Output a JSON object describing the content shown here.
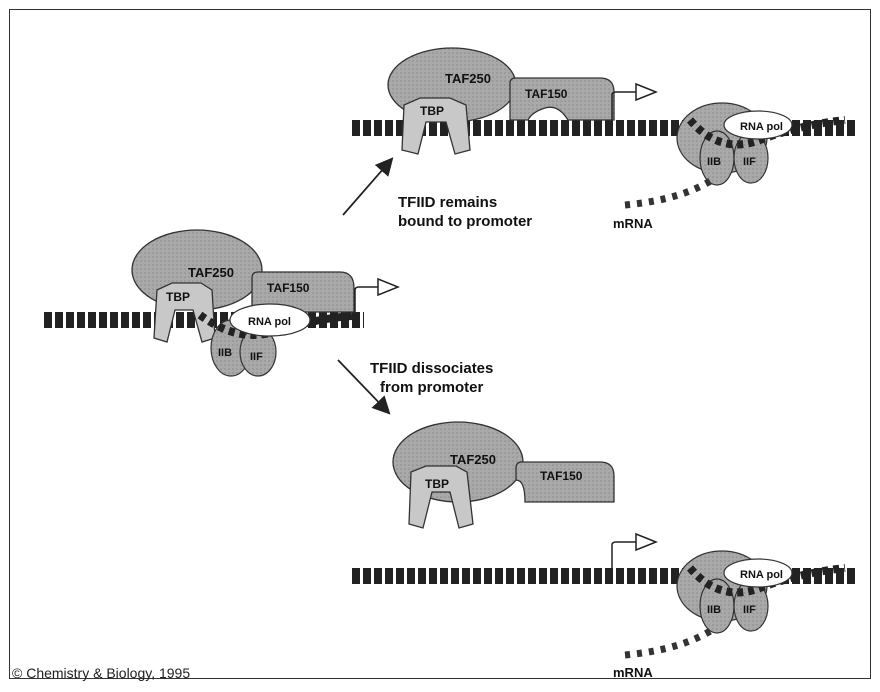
{
  "labels": {
    "taf250": "TAF250",
    "taf150": "TAF150",
    "tbp": "TBP",
    "rna_pol": "RNA pol",
    "iib": "IIB",
    "iif": "IIF",
    "mrna": "mRNA"
  },
  "captions": {
    "remains_line1": "TFIID remains",
    "remains_line2": "bound to promoter",
    "dissociates_line1": "TFIID dissociates",
    "dissociates_line2": "from promoter"
  },
  "copyright": "© Chemistry & Biology, 1995",
  "colors": {
    "protein_fill": "#a9a9a9",
    "tbp_fill": "#c8c8c8",
    "dna": "#222222",
    "outline": "#333333"
  }
}
